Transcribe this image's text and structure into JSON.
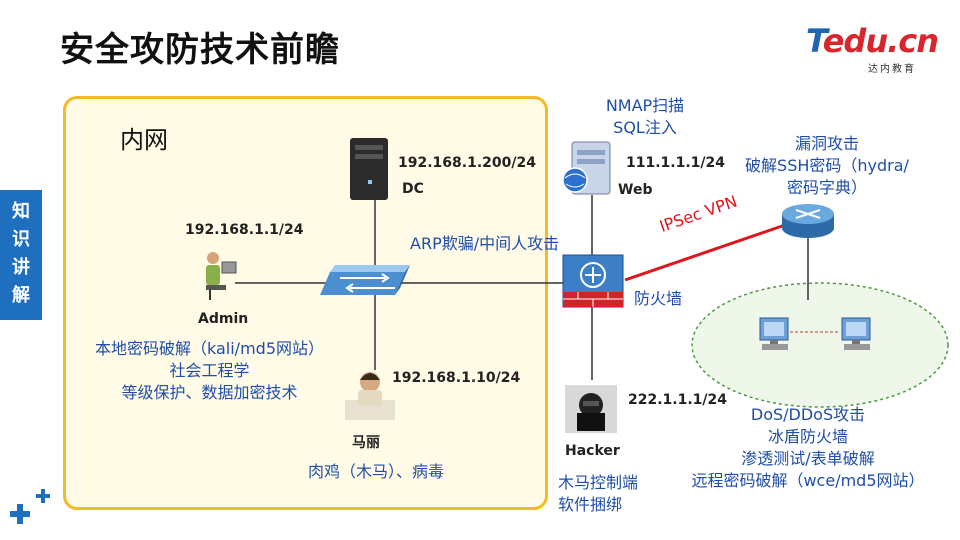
{
  "title": "安全攻防技术前瞻",
  "logo": {
    "main_prefix": "T",
    "main_rest": "edu.cn",
    "sub": "达内教育"
  },
  "side_tab": {
    "line1": "知",
    "line2": "识",
    "line3": "讲",
    "line4": "解"
  },
  "intranet_label": "内网",
  "dc": {
    "ip": "192.168.1.200/24",
    "name": "DC"
  },
  "admin": {
    "ip": "192.168.1.1/24",
    "name": "Admin",
    "notes": [
      "本地密码破解（kali/md5网站）",
      "社会工程学",
      "等级保护、数据加密技术"
    ]
  },
  "mali": {
    "ip": "192.168.1.10/24",
    "name": "马丽",
    "note": "肉鸡（木马）、病毒"
  },
  "switch_label": "ARP欺骗/中间人攻击",
  "web": {
    "attacks": [
      "NMAP扫描",
      "SQL注入"
    ],
    "ip": "111.1.1.1/24",
    "name": "Web"
  },
  "firewall_label": "防火墙",
  "vpn_label": "IPSec VPN",
  "router_notes": [
    "漏洞攻击",
    "破解SSH密码（hydra/",
    "密码字典）"
  ],
  "hacker": {
    "ip": "222.1.1.1/24",
    "name": "Hacker",
    "notes": [
      "木马控制端",
      "软件捆绑"
    ]
  },
  "remote_notes": [
    "DoS/DDoS攻击",
    "冰盾防火墙",
    "渗透测试/表单破解",
    "远程密码破解（wce/md5网站）"
  ],
  "colors": {
    "accent_blue": "#1f4ea8",
    "vpn_red": "#e0151b",
    "intranet_border": "#f5b926"
  }
}
